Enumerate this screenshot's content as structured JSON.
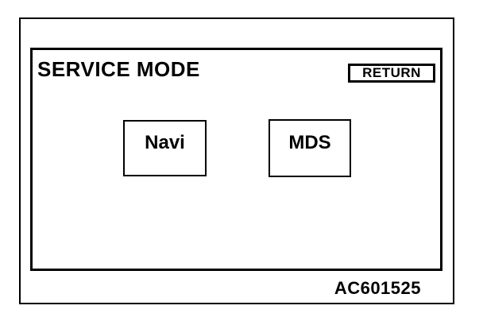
{
  "window": {
    "background_color": "#ffffff",
    "line_color": "#000000"
  },
  "screen": {
    "title": "SERVICE MODE",
    "return_button": {
      "label": "RETURN"
    },
    "mode_buttons": [
      {
        "label": "Navi"
      },
      {
        "label": "MDS"
      }
    ]
  },
  "figure": {
    "code": "AC601525"
  }
}
